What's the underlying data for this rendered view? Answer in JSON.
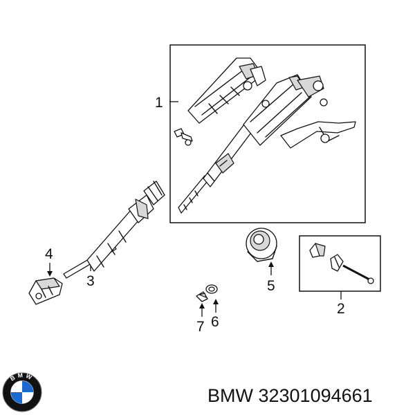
{
  "callouts": [
    {
      "num": "1"
    },
    {
      "num": "2"
    },
    {
      "num": "3"
    },
    {
      "num": "4"
    },
    {
      "num": "5"
    },
    {
      "num": "6"
    },
    {
      "num": "7"
    }
  ],
  "caption": {
    "text": "BMW 32301094661"
  },
  "logo": {
    "letters": "BMW",
    "ring_color": "#111111",
    "blue": "#1c69d4"
  }
}
